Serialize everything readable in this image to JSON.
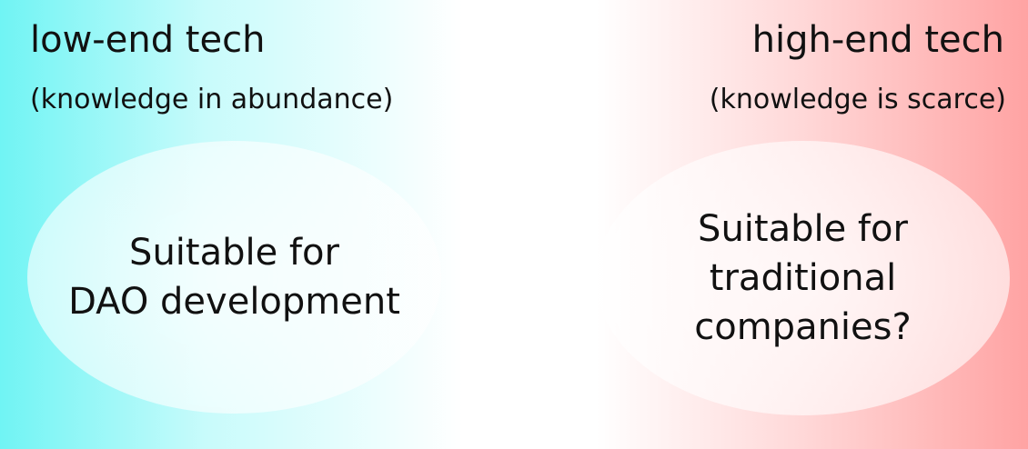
{
  "left": {
    "heading": "low-end tech",
    "subheading": "(knowledge in abundance)",
    "bubble_lines": [
      "Suitable for",
      "DAO development"
    ]
  },
  "right": {
    "heading": "high-end tech",
    "subheading": "(knowledge is scarce)",
    "bubble_lines": [
      "Suitable for",
      "traditional",
      "companies?"
    ]
  },
  "colors": {
    "left_accent": "#70f4f4",
    "right_accent": "#ffa3a3",
    "middle": "#ffffff",
    "text": "#111111"
  }
}
